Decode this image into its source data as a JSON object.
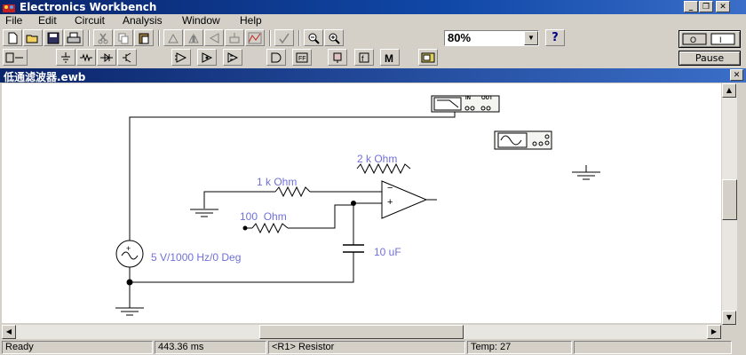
{
  "app": {
    "title": "Electronics Workbench"
  },
  "menu": {
    "items": [
      {
        "label": "File"
      },
      {
        "label": "Edit"
      },
      {
        "label": "Circuit"
      },
      {
        "label": "Analysis"
      },
      {
        "label": "Window"
      },
      {
        "label": "Help"
      }
    ]
  },
  "toolbar": {
    "zoom_value": "80%",
    "help_label": "?",
    "pause_label": "Pause",
    "parts_icons": [
      "sources-icon",
      "basic-icon",
      "diodes-icon",
      "transistors-icon",
      "analog-ic-icon",
      "mixed-ic-icon",
      "digital-ic-icon",
      "logic-gates-icon",
      "digital-icon",
      "indicators-icon",
      "controls-icon",
      "misc-icon",
      "instruments-icon"
    ]
  },
  "document": {
    "title": "低通滤波器.ewb"
  },
  "circuit": {
    "r_feedback": "2 k Ohm",
    "r_input": "1 k Ohm",
    "r_series": "100  Ohm",
    "capacitor": "10 uF",
    "source": "5 V/1000 Hz/0 Deg",
    "opamp_minus": "−",
    "opamp_plus": "+",
    "bode_in": "IN",
    "bode_out": "OUT"
  },
  "status": {
    "state": "Ready",
    "time": "443.36 ms",
    "selection": "<R1> Resistor",
    "temp": "Temp:  27"
  },
  "colors": {
    "title_bar": "#0a246a",
    "label_color": "#7070d8",
    "wire": "#000000"
  }
}
